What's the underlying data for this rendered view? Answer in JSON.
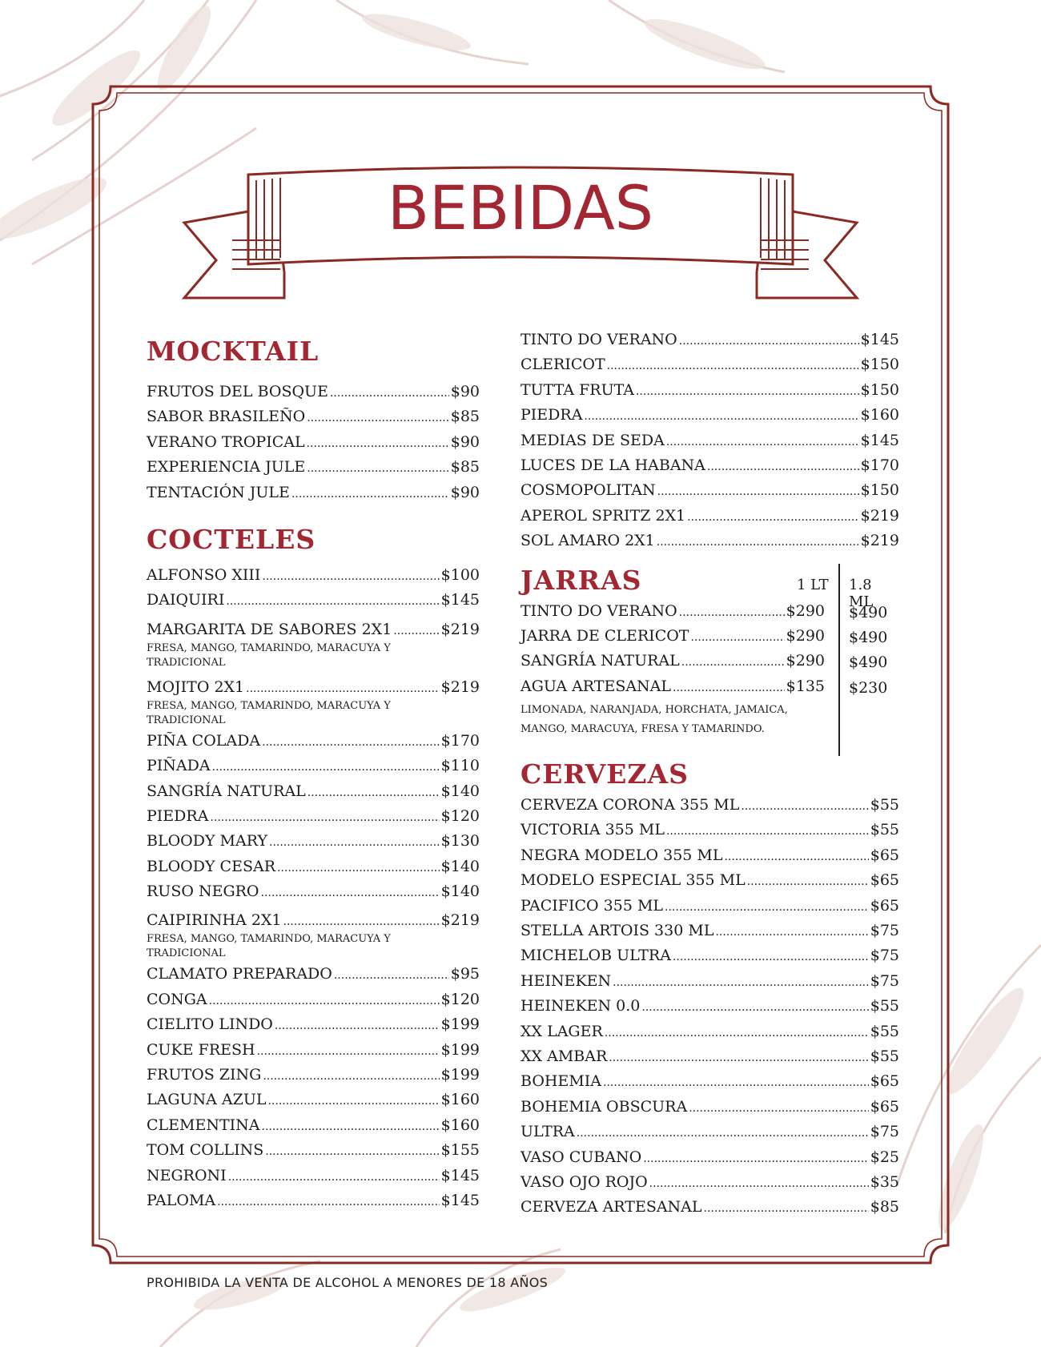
{
  "title": "BEBIDAS",
  "footer": "PROHIBIDA LA VENTA DE ALCOHOL A MENORES DE 18 AÑOS",
  "colors": {
    "accent": "#a32732",
    "frame": "#8a2a22",
    "leaf": "#e6d3d0"
  },
  "mocktail": {
    "title": "MOCKTAIL",
    "items": [
      {
        "name": "FRUTOS DEL BOSQUE",
        "price": "$90"
      },
      {
        "name": "SABOR BRASILEÑO",
        "price": "$85"
      },
      {
        "name": "VERANO TROPICAL",
        "price": "$90"
      },
      {
        "name": "EXPERIENCIA JULE",
        "price": "$85"
      },
      {
        "name": "TENTACIÓN JULE",
        "price": "$90"
      }
    ]
  },
  "cocteles": {
    "title": "COCTELES",
    "items": [
      {
        "name": "ALFONSO XIII",
        "price": "$100"
      },
      {
        "name": "DAIQUIRI",
        "price": "$145"
      },
      {
        "name": "MARGARITA DE SABORES 2X1",
        "price": "$219",
        "note": "FRESA, MANGO, TAMARINDO, MARACUYA Y TRADICIONAL"
      },
      {
        "name": "MOJITO 2X1",
        "price": "$219",
        "note": "FRESA, MANGO, TAMARINDO, MARACUYA Y TRADICIONAL"
      },
      {
        "name": "PIÑA COLADA",
        "price": "$170"
      },
      {
        "name": "PIÑADA",
        "price": "$110"
      },
      {
        "name": "SANGRÍA NATURAL",
        "price": "$140"
      },
      {
        "name": "PIEDRA",
        "price": "$120"
      },
      {
        "name": "BLOODY MARY",
        "price": "$130"
      },
      {
        "name": "BLOODY CESAR",
        "price": "$140"
      },
      {
        "name": "RUSO NEGRO",
        "price": "$140"
      },
      {
        "name": "CAIPIRINHA 2X1",
        "price": "$219",
        "note": "FRESA, MANGO, TAMARINDO, MARACUYA Y TRADICIONAL"
      },
      {
        "name": "CLAMATO PREPARADO",
        "price": "$95"
      },
      {
        "name": "CONGA",
        "price": "$120"
      },
      {
        "name": "CIELITO LINDO",
        "price": "$199"
      },
      {
        "name": "CUKE FRESH",
        "price": "$199"
      },
      {
        "name": "FRUTOS ZING",
        "price": "$199"
      },
      {
        "name": "LAGUNA AZUL",
        "price": "$160"
      },
      {
        "name": "CLEMENTINA",
        "price": "$160"
      },
      {
        "name": "TOM COLLINS",
        "price": "$155"
      },
      {
        "name": "NEGRONI",
        "price": "$145"
      },
      {
        "name": "PALOMA",
        "price": "$145"
      }
    ]
  },
  "cocteles_cont": {
    "items": [
      {
        "name": "TINTO DO VERANO",
        "price": "$145"
      },
      {
        "name": "CLERICOT",
        "price": "$150"
      },
      {
        "name": "TUTTA FRUTA",
        "price": "$150"
      },
      {
        "name": "PIEDRA",
        "price": "$160"
      },
      {
        "name": "MEDIAS DE SEDA",
        "price": "$145"
      },
      {
        "name": "LUCES DE LA HABANA",
        "price": "$170"
      },
      {
        "name": "COSMOPOLITAN",
        "price": "$150"
      },
      {
        "name": "APEROL SPRITZ 2X1",
        "price": "$219"
      },
      {
        "name": "SOL AMARO 2X1",
        "price": "$219"
      }
    ]
  },
  "jarras": {
    "title": "JARRAS",
    "col1": "1 LT",
    "col2": "1.8 ML",
    "items": [
      {
        "name": "TINTO DO VERANO",
        "price1": "$290",
        "price2": "$490"
      },
      {
        "name": "JARRA DE CLERICOT",
        "price1": "$290",
        "price2": "$490"
      },
      {
        "name": "SANGRÍA NATURAL",
        "price1": "$290",
        "price2": "$490"
      },
      {
        "name": "AGUA ARTESANAL",
        "price1": "$135",
        "price2": "$230"
      }
    ],
    "note": "LIMONADA, NARANJADA, HORCHATA, JAMAICA, MANGO, MARACUYA, FRESA Y TAMARINDO."
  },
  "cervezas": {
    "title": "CERVEZAS",
    "items": [
      {
        "name": "CERVEZA CORONA 355 ML",
        "price": "$55"
      },
      {
        "name": "VICTORIA 355 ML",
        "price": "$55"
      },
      {
        "name": "NEGRA MODELO 355 ML",
        "price": "$65"
      },
      {
        "name": "MODELO ESPECIAL 355 ML",
        "price": "$65"
      },
      {
        "name": "PACIFICO 355 ML",
        "price": "$65"
      },
      {
        "name": "STELLA ARTOIS 330 ML",
        "price": "$75"
      },
      {
        "name": "MICHELOB ULTRA",
        "price": "$75"
      },
      {
        "name": "HEINEKEN",
        "price": "$75"
      },
      {
        "name": "HEINEKEN 0.0",
        "price": "$55"
      },
      {
        "name": "XX LAGER",
        "price": "$55"
      },
      {
        "name": "XX AMBAR",
        "price": "$55"
      },
      {
        "name": "BOHEMIA",
        "price": "$65"
      },
      {
        "name": "BOHEMIA OBSCURA",
        "price": "$65"
      },
      {
        "name": "ULTRA",
        "price": "$75"
      },
      {
        "name": "VASO CUBANO",
        "price": "$25"
      },
      {
        "name": "VASO OJO ROJO",
        "price": "$35"
      },
      {
        "name": "CERVEZA ARTESANAL",
        "price": "$85"
      }
    ]
  }
}
